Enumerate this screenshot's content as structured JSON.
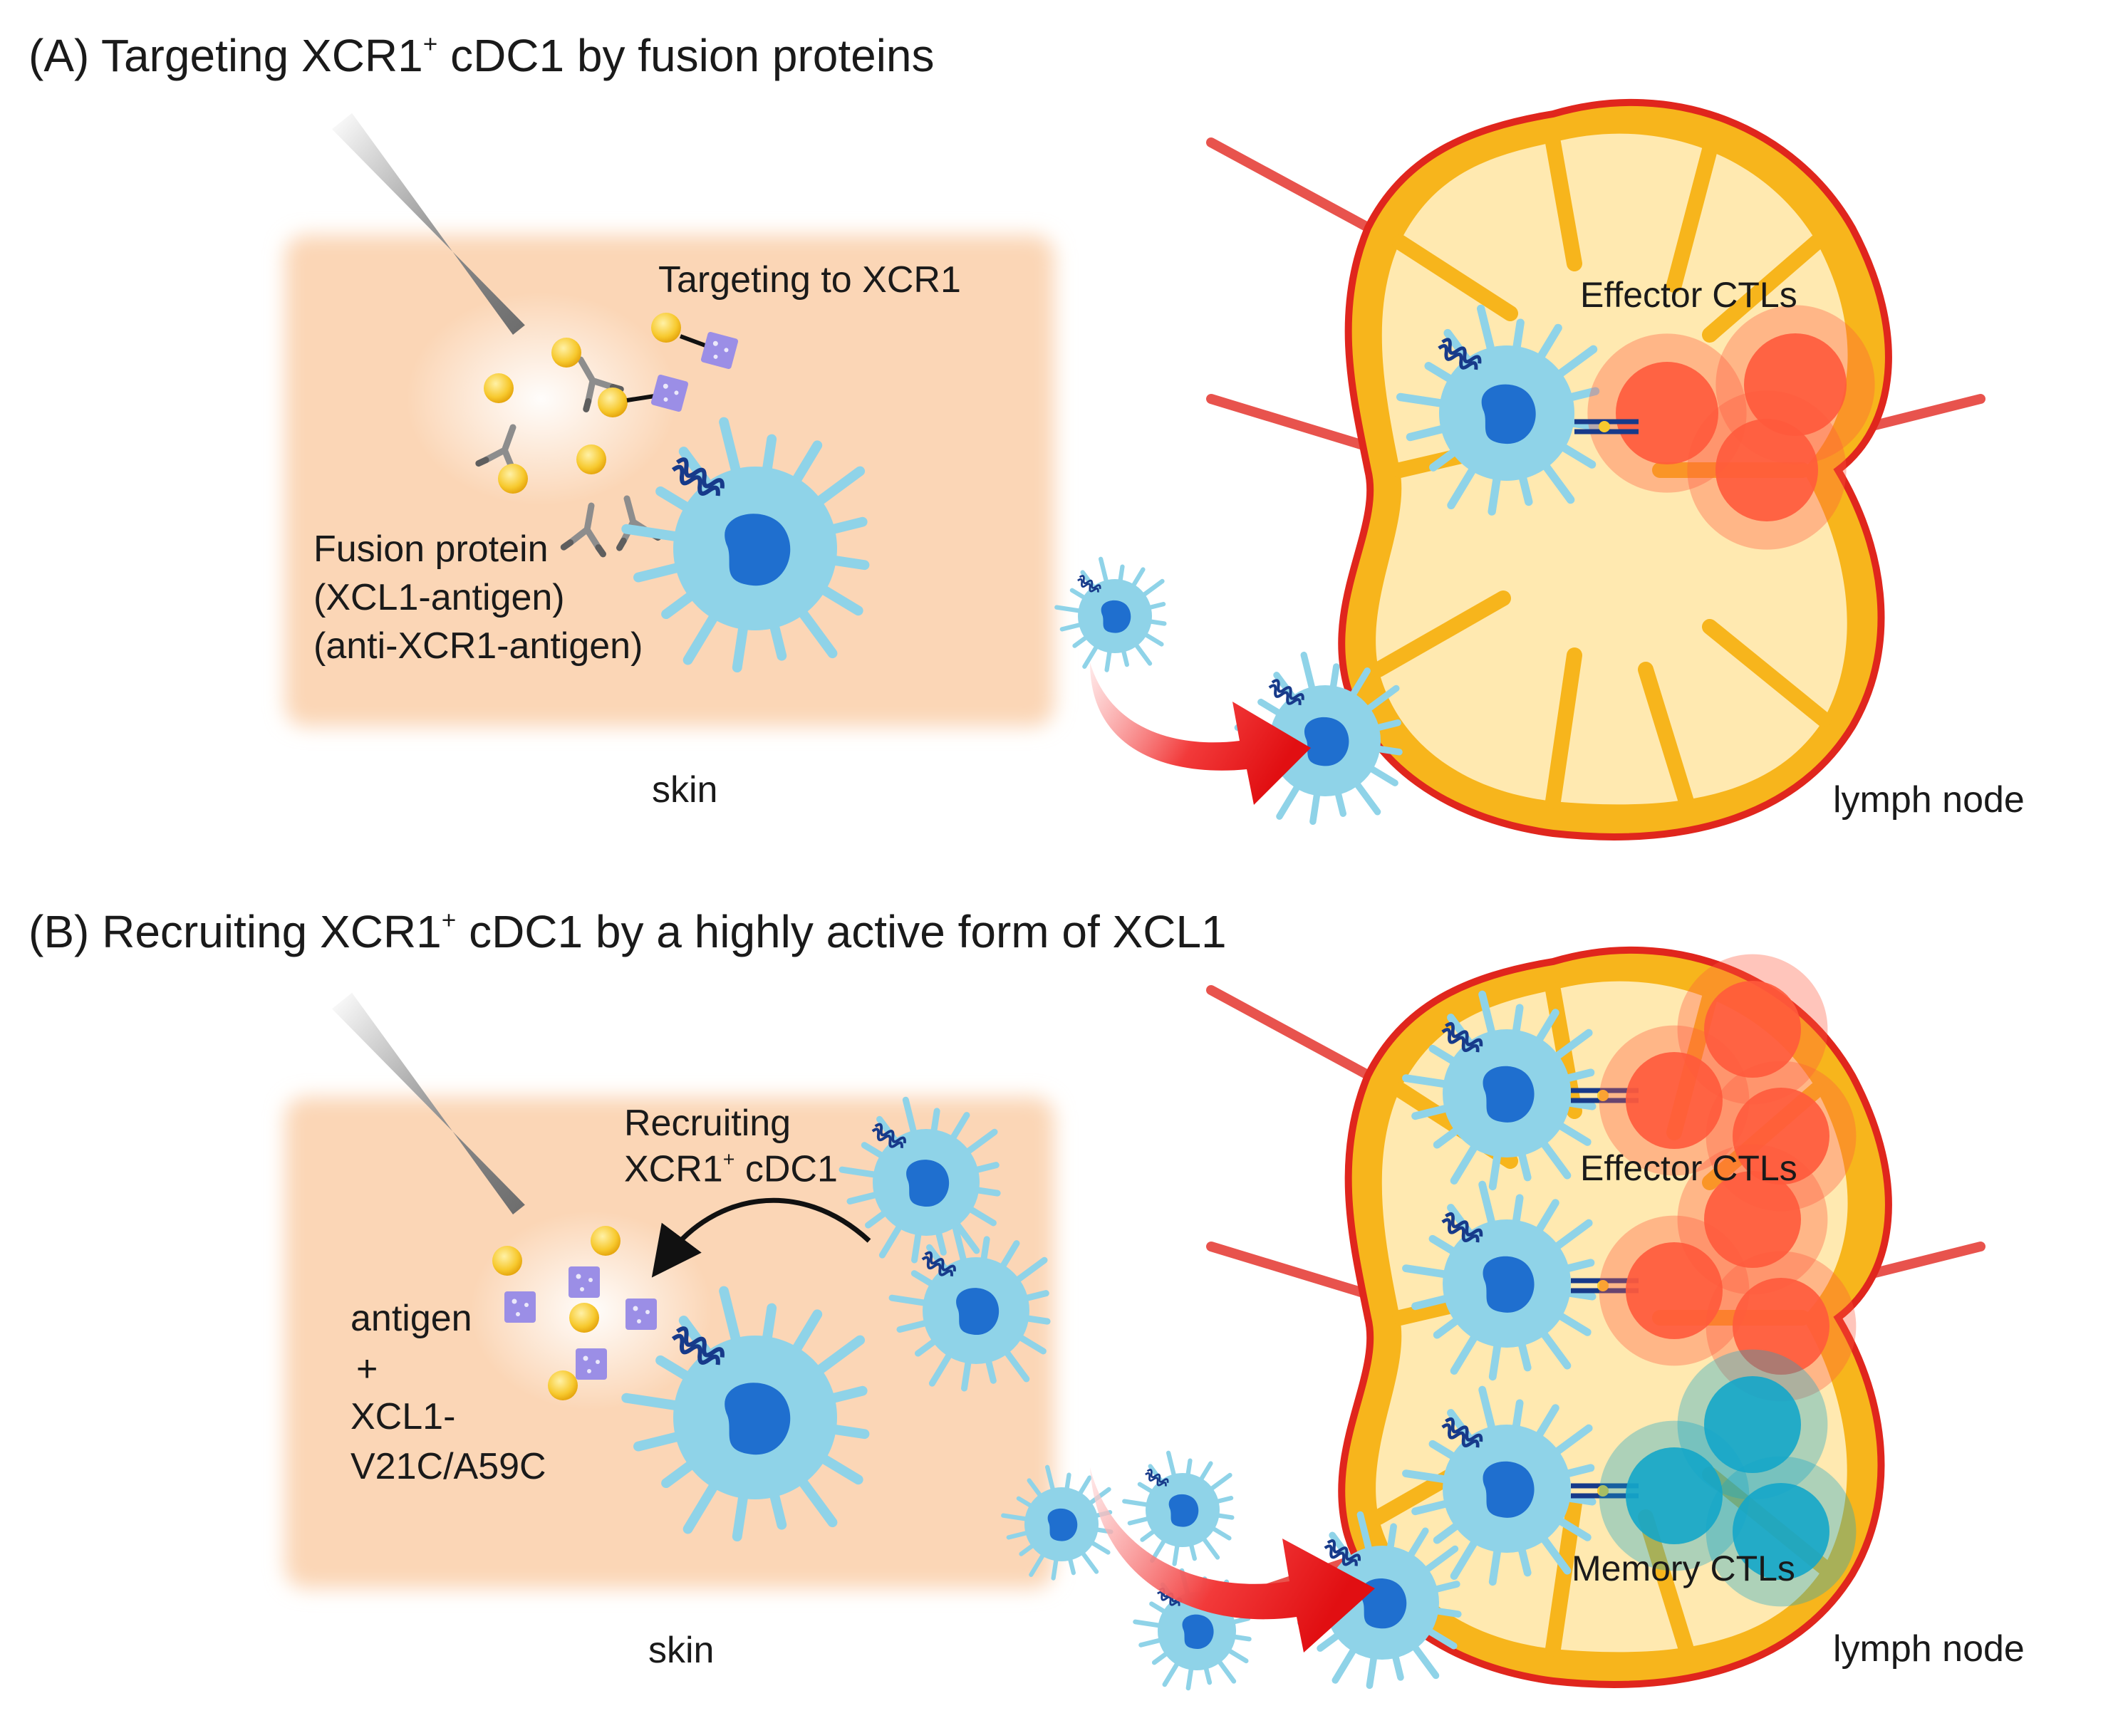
{
  "panel_a": {
    "title_prefix": "(A) Targeting XCR1",
    "title_sup": "+",
    "title_suffix": " cDC1 by fusion proteins",
    "targeting_label": "Targeting to XCR1",
    "fusion_label_1": "Fusion protein",
    "fusion_label_2": "(XCL1-antigen)",
    "fusion_label_3": "(anti-XCR1-antigen)",
    "effector_label": "Effector CTLs",
    "skin_label": "skin",
    "lymph_label": "lymph node"
  },
  "panel_b": {
    "title_prefix": "(B) Recruiting XCR1",
    "title_sup": "+",
    "title_suffix": " cDC1 by a highly active form of XCL1",
    "recruiting_label_1": "Recruiting",
    "recruiting_label_2_prefix": "XCR1",
    "recruiting_label_2_sup": "+",
    "recruiting_label_2_suffix": " cDC1",
    "antigen_label": "antigen",
    "plus_label": "+",
    "xcl1_label_1": "XCL1-",
    "xcl1_label_2": "V21C/A59C",
    "effector_label": "Effector CTLs",
    "memory_label": "Memory CTLs",
    "skin_label": "skin",
    "lymph_label": "lymph node"
  },
  "colors": {
    "skin": "#fbd6b6",
    "node_fill": "#ffe9b0",
    "node_ring": "#f7b51c",
    "node_border": "#e0261d",
    "dc_cell": "#8fd3e8",
    "dc_nucleus": "#1f6fcf",
    "effector_ctl": "#ff5a3c",
    "memory_ctl": "#14a6c9",
    "antigen_cube": "#9b8ee6",
    "xcl1_ball": "#f7c92e",
    "arrow": "#e81e1e"
  },
  "icons": [
    "syringe-needle",
    "antibody-icon",
    "xcl1-ball-icon",
    "antigen-cube-icon",
    "dendritic-cell-icon",
    "xcr1-receptor-icon",
    "ctl-cell-icon",
    "migration-arrow-icon"
  ]
}
